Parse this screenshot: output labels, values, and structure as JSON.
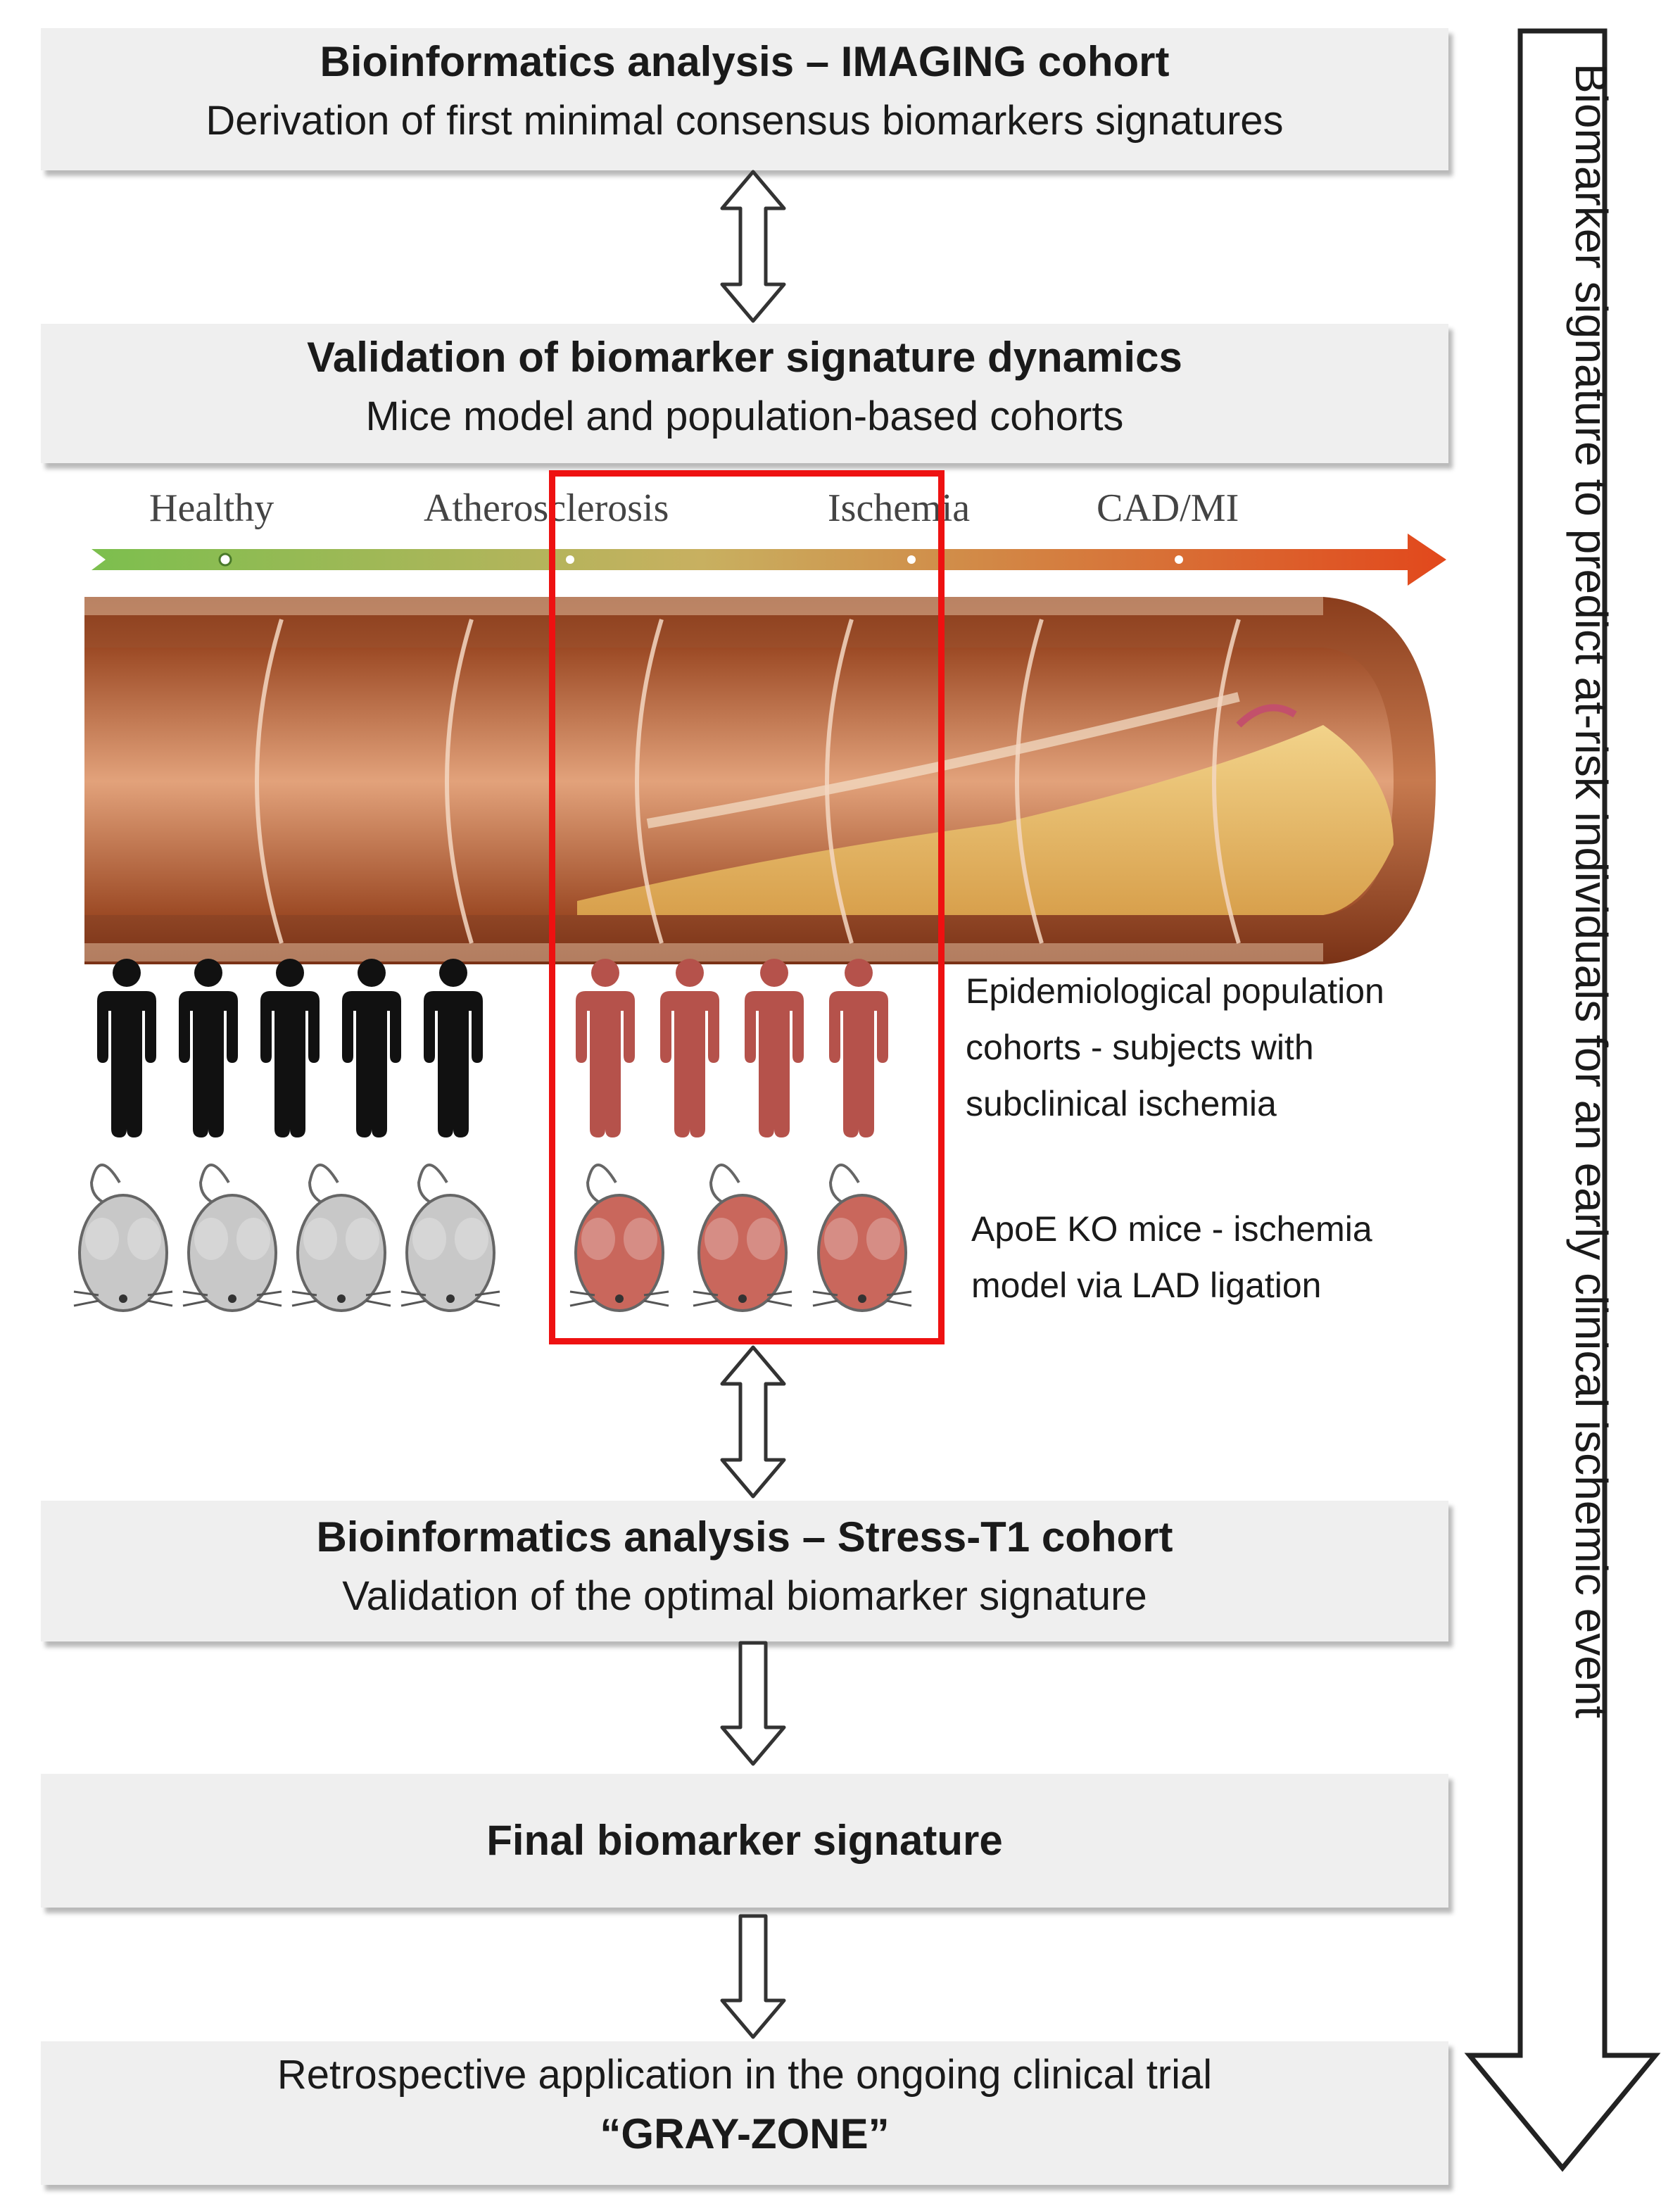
{
  "step1": {
    "title": "Bioinformatics analysis – IMAGING cohort",
    "subtitle": "Derivation of first minimal consensus biomarkers signatures"
  },
  "step2": {
    "title": "Validation of biomarker signature dynamics",
    "subtitle": "Mice model and population-based cohorts"
  },
  "progression": {
    "stages": [
      "Healthy",
      "Atherosclerosis",
      "Ischemia",
      "CAD/MI"
    ],
    "gradient_start_color": "#7cbf4e",
    "gradient_end_color": "#e2481c"
  },
  "human_caption": "Epidemiological population cohorts - subjects with subclinical ischemia",
  "mice_caption": "ApoE KO mice - ischemia model via LAD ligation",
  "step3": {
    "title": "Bioinformatics analysis – Stress-T1 cohort",
    "subtitle": "Validation of the optimal biomarker signature"
  },
  "step4": {
    "title": "Final biomarker signature"
  },
  "step5": {
    "subtitle": "Retrospective application in the ongoing clinical trial",
    "title": "“GRAY-ZONE”"
  },
  "side_arrow_label": "Biomarker signature to predict at-risk individuals for an early clinical ischemic event",
  "colors": {
    "box_bg": "#efefef",
    "highlight": "#ee1111",
    "human_healthy": "#111111",
    "human_ischemia": "#b5524b",
    "mouse_healthy": "#c8c8c8",
    "mouse_ischemia": "#c9675c"
  }
}
